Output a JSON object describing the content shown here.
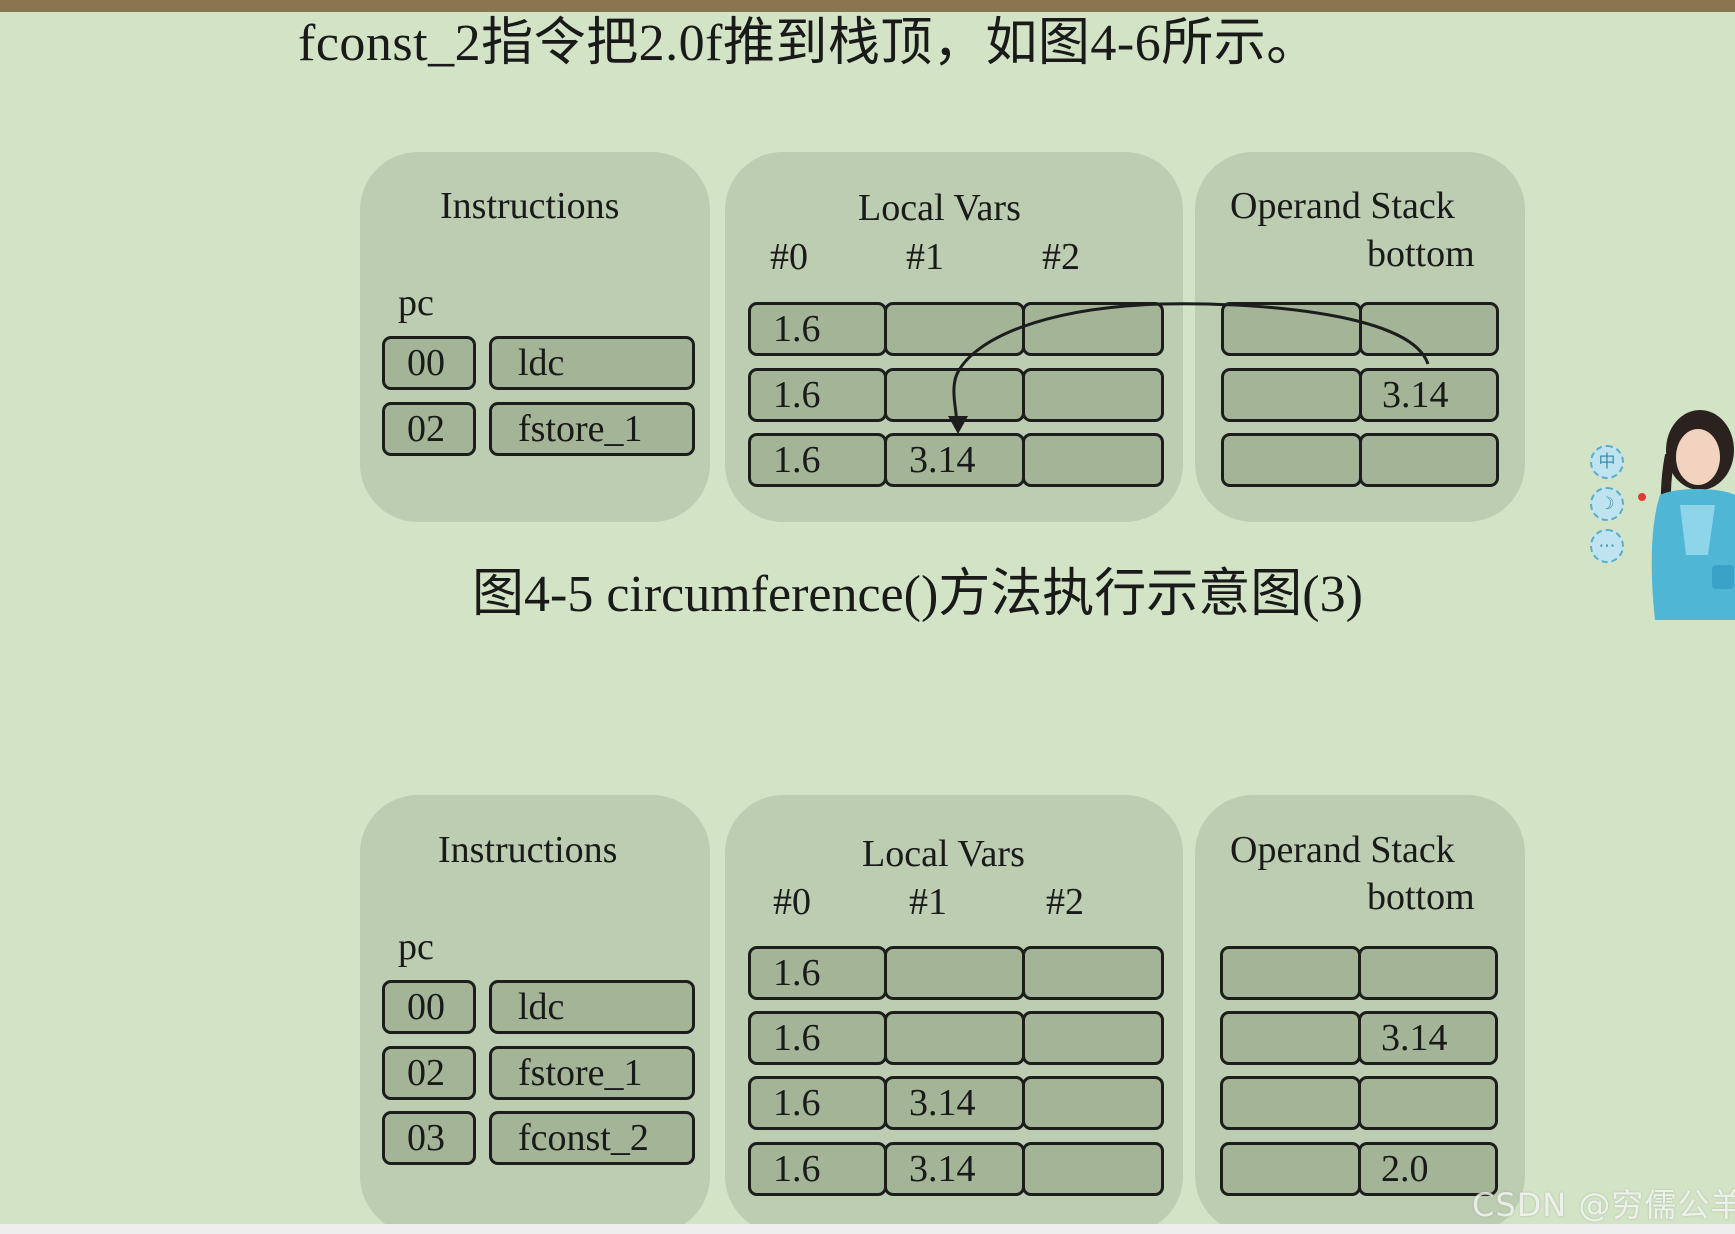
{
  "heading": "fconst_2指令把2.0f推到栈顶，如图4-6所示。",
  "caption": "图4-5   circumference()方法执行示意图(3)",
  "watermark": "CSDN @穷儒公羊",
  "widget_buttons": [
    "中",
    "☽",
    "⋯"
  ],
  "colors": {
    "background": "#d2e4c5",
    "panel": "#bccdb1",
    "cell": "#a4b597",
    "border": "#1d1d1d"
  },
  "figure1": {
    "instructions": {
      "title": "Instructions",
      "pc_label": "pc",
      "rows": [
        {
          "pc": "00",
          "op": "ldc"
        },
        {
          "pc": "02",
          "op": "fstore_1"
        }
      ]
    },
    "local_vars": {
      "title": "Local Vars",
      "columns": [
        "#0",
        "#1",
        "#2"
      ],
      "rows": [
        [
          "1.6",
          "",
          ""
        ],
        [
          "1.6",
          "",
          ""
        ],
        [
          "1.6",
          "3.14",
          ""
        ]
      ]
    },
    "operand_stack": {
      "title": "Operand Stack",
      "bottom_label": "bottom",
      "rows": [
        [
          "",
          ""
        ],
        [
          "",
          "3.14"
        ],
        [
          "",
          ""
        ]
      ]
    }
  },
  "figure2": {
    "instructions": {
      "title": "Instructions",
      "pc_label": "pc",
      "rows": [
        {
          "pc": "00",
          "op": "ldc"
        },
        {
          "pc": "02",
          "op": "fstore_1"
        },
        {
          "pc": "03",
          "op": "fconst_2"
        }
      ]
    },
    "local_vars": {
      "title": "Local Vars",
      "columns": [
        "#0",
        "#1",
        "#2"
      ],
      "rows": [
        [
          "1.6",
          "",
          ""
        ],
        [
          "1.6",
          "",
          ""
        ],
        [
          "1.6",
          "3.14",
          ""
        ],
        [
          "1.6",
          "3.14",
          ""
        ]
      ]
    },
    "operand_stack": {
      "title": "Operand Stack",
      "bottom_label": "bottom",
      "rows": [
        [
          "",
          ""
        ],
        [
          "",
          "3.14"
        ],
        [
          "",
          ""
        ],
        [
          "",
          "2.0"
        ]
      ]
    }
  }
}
